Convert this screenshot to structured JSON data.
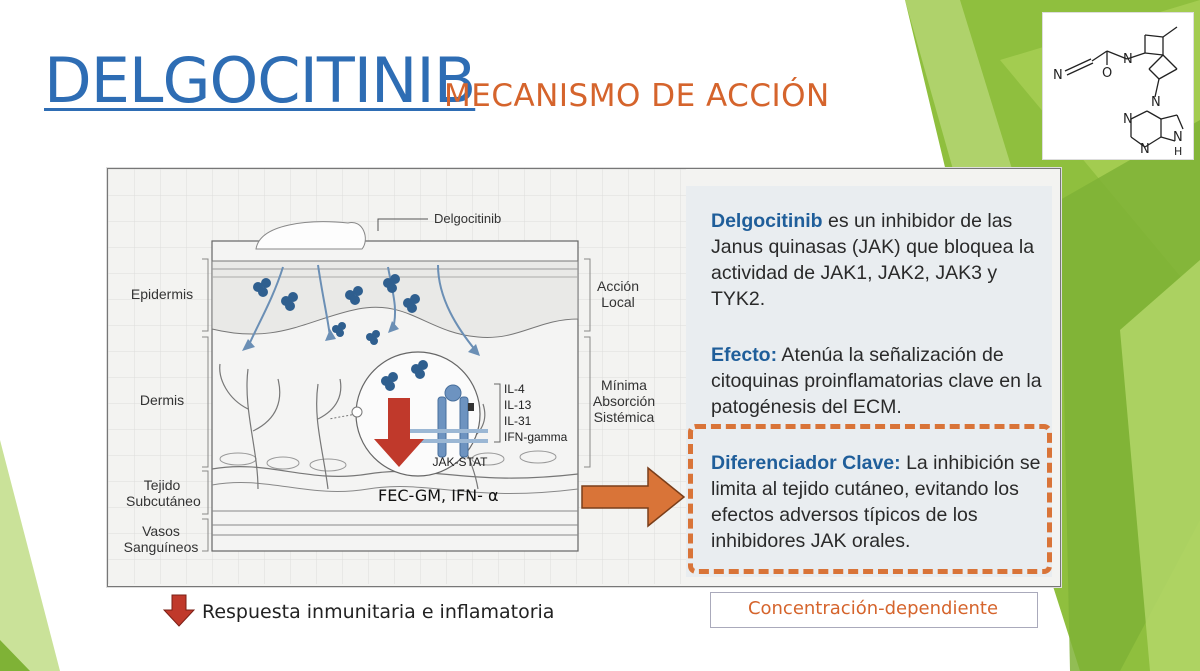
{
  "title": "DELGOCITINIB",
  "subtitle": "MECANISMO DE ACCIÓN",
  "diagram": {
    "drug_label": "Delgocitinib",
    "layers": [
      "Epidermis",
      "Dermis",
      "Tejido Subcutáneo",
      "Vasos Sanguíneos"
    ],
    "right_labels": [
      "Acción Local",
      "Mínima Absorción Sistémica"
    ],
    "cytokines": [
      "IL-4",
      "IL-13",
      "IL-31",
      "IFN-gamma"
    ],
    "pathway": "JAK-STAT",
    "fec_label": "FEC-GM, IFN- α"
  },
  "info": {
    "p1_bold": "Delgocitinib",
    "p1_text": " es un inhibidor de las Janus quinasas (JAK) que bloquea la actividad de JAK1, JAK2, JAK3 y TYK2.",
    "p2_bold": "Efecto:",
    "p2_text": " Atenúa la señalización de citoquinas proinflamatorias clave en la patogénesis del ECM.",
    "p3_bold": "Diferenciador Clave:",
    "p3_text": " La inhibición se limita al tejido cutáneo, evitando los efectos adversos típicos de los inhibidores JAK orales."
  },
  "legend": "Respuesta inmunitaria e inflamatoria",
  "concentration": "Concentración-dependiente",
  "molecule_atoms": {
    "n1": "N",
    "o": "O",
    "n2": "N",
    "n3": "N",
    "n4": "N",
    "n5": "N",
    "nh": "N",
    "h": "H"
  },
  "colors": {
    "title": "#2e6db4",
    "accent": "#d5642c",
    "arrow_red": "#c0392b",
    "green": "#8bc34a"
  }
}
